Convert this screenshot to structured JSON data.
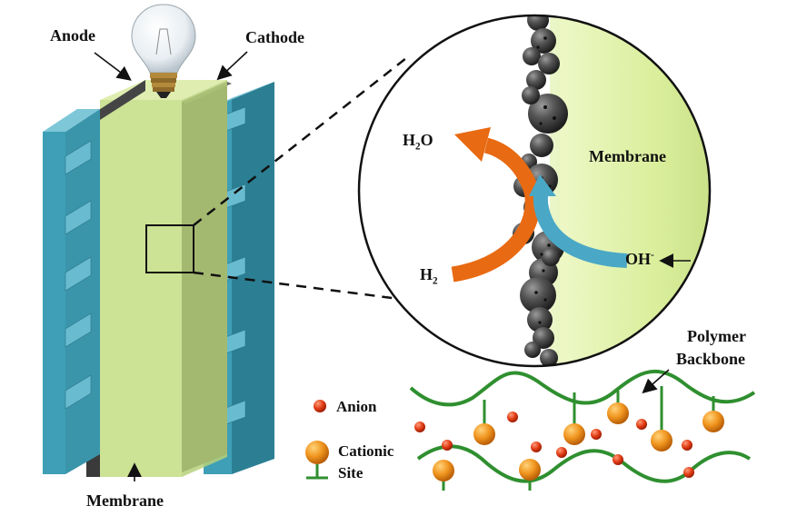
{
  "labels": {
    "anode": "Anode",
    "cathode": "Cathode",
    "membrane_bottom": "Membrane",
    "membrane_zoom": "Membrane",
    "h2o": {
      "base": "H",
      "sub": "2",
      "rest": "O"
    },
    "h2": {
      "base": "H",
      "sub": "2"
    },
    "oh": {
      "base": "OH",
      "sup": "-"
    },
    "polymer_backbone_line1": "Polymer",
    "polymer_backbone_line2": "Backbone",
    "anion": "Anion",
    "cationic_site_line1": "Cationic",
    "cationic_site_line2": "Site"
  },
  "colors": {
    "plate_face": "#3e9fb6",
    "plate_side": "#2c7f93",
    "plate_top": "#7ec7d8",
    "electrode": "#3a3a3a",
    "membrane": "#c9e08e",
    "membrane_zoom": "#d9ee9a",
    "catalyst": "#4a4a4a",
    "flow_h2": "#e86a12",
    "flow_oh": "#4aa8c6",
    "backbone": "#2f8f2f",
    "cationic_site": "#f0951e",
    "anion": "#e03a12"
  },
  "icons": [
    "light-bulb-icon",
    "arrow-icon"
  ]
}
